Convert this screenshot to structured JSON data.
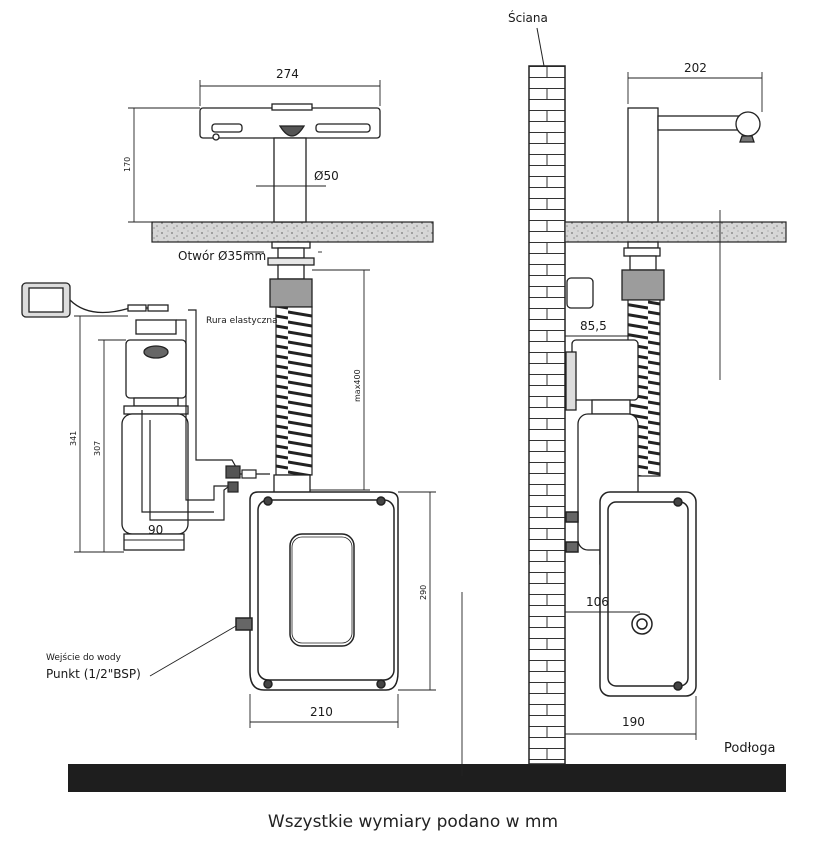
{
  "labels": {
    "wall": "Ściana",
    "floor": "Podłoga",
    "hole": "Otwór Ø35mm",
    "flex_pipe": "Rura elastyczna",
    "water_inlet_line1": "Wejście do wody",
    "water_inlet_line2": "Punkt (1/2\"BSP)",
    "spout_diameter": "Ø50",
    "caption": "Wszystkie wymiary podano w mm"
  },
  "dimensions": {
    "faucet_width": "274",
    "faucet_height": "170",
    "hose_length": "max400",
    "sensor_height_total": "341",
    "sensor_height_body": "307",
    "sensor_width": "90",
    "box_width": "210",
    "box_height": "290",
    "spout_reach": "202",
    "wall_offset": "85,5",
    "side_offset": "106",
    "box_depth": "190"
  },
  "colors": {
    "line": "#1a1a1a",
    "counter": "#d9d9d9",
    "floor": "#1e1e1e",
    "brick": "#ffffff"
  }
}
